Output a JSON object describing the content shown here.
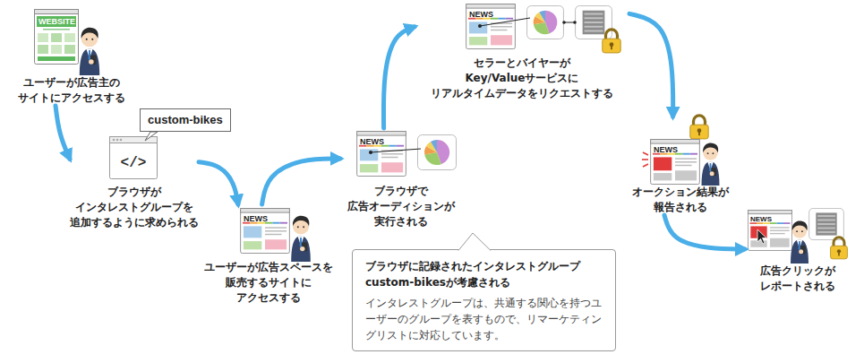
{
  "diagram": {
    "nodes": [
      {
        "text": [
          "ユーザーが広告主の サイトにアクセスする"
        ]
      },
      {
        "text": [
          "custom-bikes"
        ]
      },
      {
        "text": [
          "ブラウザが インタレストグループを 追加するように求められる"
        ]
      },
      {
        "text": [
          "ユーザーが広告スペースを 販売するサイトに アクセスする"
        ]
      },
      {
        "text": [
          "ブラウザで 広告オーディションが 実行される"
        ]
      },
      {
        "text": [
          "セラーとバイヤーが Key/Valueサービスに リアルタイムデータをリクエストする"
        ]
      },
      {
        "text": [
          "オークション結果が 報告される"
        ]
      },
      {
        "text": [
          "広告クリックが レポートされる"
        ]
      },
      {
        "text": [
          "ブラウザに記録されたインタレストグループ custom-bikesが考慮される",
          "インタレストグループは、共通する関心を持つユーザーのグループを表すもので、リマーケティングリストに対応しています。"
        ]
      }
    ],
    "edges": [
      {
        "from": 0,
        "to": 2,
        "arrow": "to"
      },
      {
        "from": 2,
        "to": 3,
        "arrow": "to"
      },
      {
        "from": 3,
        "to": 4,
        "arrow": "to"
      },
      {
        "from": 4,
        "to": 5,
        "arrow": "to"
      },
      {
        "from": 5,
        "to": 6,
        "arrow": "to"
      },
      {
        "from": 6,
        "to": 7,
        "arrow": "to"
      }
    ],
    "labels": [
      "WEBSITE",
      "</>",
      "NEWS",
      "NEWS",
      "NEWS",
      "NEWS",
      "NEWS"
    ]
  }
}
